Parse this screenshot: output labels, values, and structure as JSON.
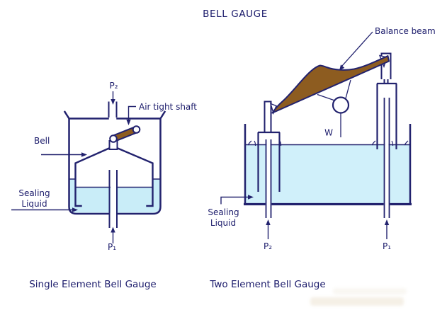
{
  "title": "BELL GAUGE",
  "colors": {
    "line_navy": "#22226e",
    "text_navy": "#1b1b6b",
    "beam_brown": "#8d5c20",
    "liquid_blue": "#c9edf8",
    "liquid_blue_right": "#d0f0fa"
  },
  "left_diagram": {
    "caption": "Single Element Bell Gauge",
    "pressure_top": "P₂",
    "pressure_bottom": "P₁",
    "shaft_label": "Air tight shaft",
    "bell_label": "Bell",
    "sealing_label_line1": "Sealing",
    "sealing_label_line2": "Liquid"
  },
  "right_diagram": {
    "caption": "Two Element Bell Gauge",
    "beam_label": "Balance beam",
    "weight_label": "W",
    "pressure_left": "P₂",
    "pressure_right": "P₁",
    "sealing_label_line1": "Sealing",
    "sealing_label_line2": "Liquid"
  }
}
